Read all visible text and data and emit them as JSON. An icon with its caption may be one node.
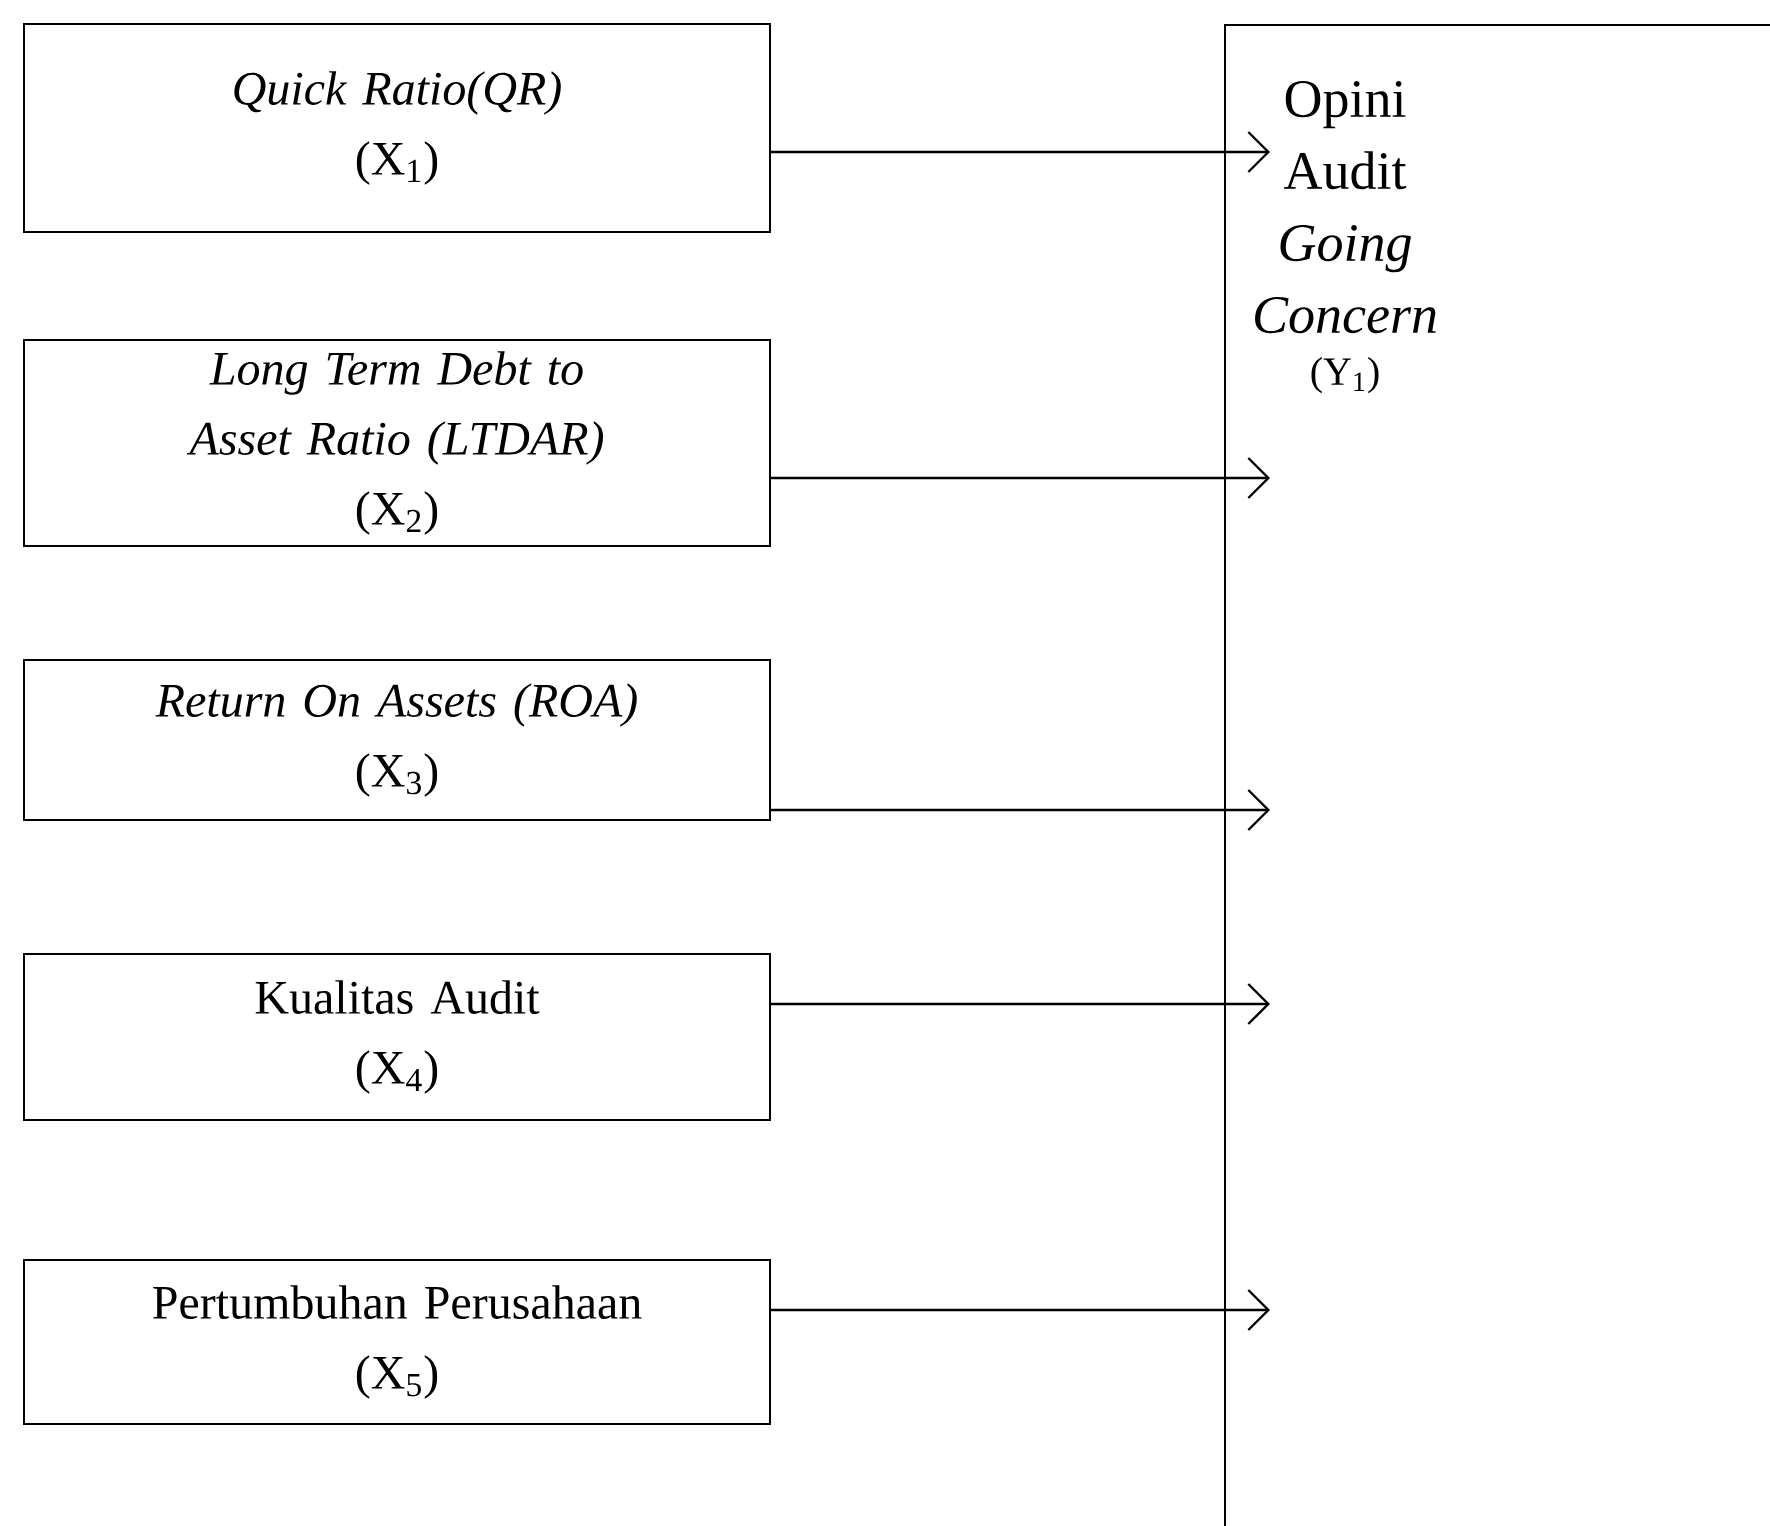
{
  "diagram": {
    "nodes": [
      {
        "text": [
          "*Quick Ratio(QR)*",
          "(X$_{1}$)"
        ]
      },
      {
        "text": [
          "*Long Term Debt to Asset Ratio (LTDAR)*",
          "(X$_{2}$)"
        ]
      },
      {
        "text": [
          "*Return On Assets (ROA)*",
          "(X$_{3}$)"
        ]
      },
      {
        "text": [
          "Kualitas Audit",
          "(X$_{4}$)"
        ]
      },
      {
        "text": [
          "Pertumbuhan Perusahaan",
          "(X$_{5}$)"
        ]
      },
      {
        "text": [
          "Opini Audit *Going Concern*",
          "(Y$_{1}$)"
        ]
      }
    ],
    "edges": [
      {
        "from": 0,
        "to": 5,
        "arrow": "to"
      },
      {
        "from": 1,
        "to": 5,
        "arrow": "to"
      },
      {
        "from": 2,
        "to": 5,
        "arrow": "to"
      },
      {
        "from": 3,
        "to": 5,
        "arrow": "to"
      },
      {
        "from": 4,
        "to": 5,
        "arrow": "to"
      }
    ]
  }
}
